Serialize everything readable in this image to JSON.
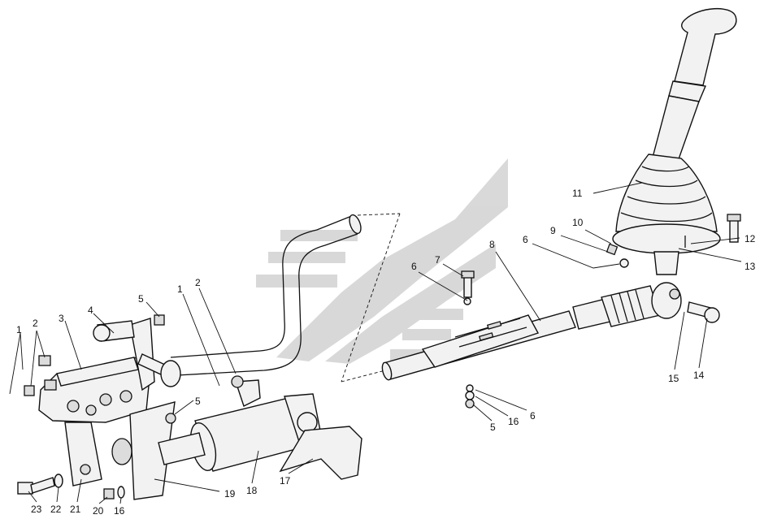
{
  "watermark": {
    "color": "#b9b9b9"
  },
  "callouts": [
    {
      "id": "c1a",
      "text": "1"
    },
    {
      "id": "c2a",
      "text": "2"
    },
    {
      "id": "c3",
      "text": "3"
    },
    {
      "id": "c4",
      "text": "4"
    },
    {
      "id": "c5a",
      "text": "5"
    },
    {
      "id": "c1b",
      "text": "1"
    },
    {
      "id": "c2b",
      "text": "2"
    },
    {
      "id": "c5b",
      "text": "5"
    },
    {
      "id": "c6a",
      "text": "6"
    },
    {
      "id": "c7",
      "text": "7"
    },
    {
      "id": "c8",
      "text": "8"
    },
    {
      "id": "c6b",
      "text": "6"
    },
    {
      "id": "c9",
      "text": "9"
    },
    {
      "id": "c10",
      "text": "10"
    },
    {
      "id": "c11",
      "text": "11"
    },
    {
      "id": "c12",
      "text": "12"
    },
    {
      "id": "c13",
      "text": "13"
    },
    {
      "id": "c14",
      "text": "14"
    },
    {
      "id": "c15",
      "text": "15"
    },
    {
      "id": "c6c",
      "text": "6"
    },
    {
      "id": "c16a",
      "text": "16"
    },
    {
      "id": "c5c",
      "text": "5"
    },
    {
      "id": "c17",
      "text": "17"
    },
    {
      "id": "c18",
      "text": "18"
    },
    {
      "id": "c19",
      "text": "19"
    },
    {
      "id": "c23",
      "text": "23"
    },
    {
      "id": "c22",
      "text": "22"
    },
    {
      "id": "c21",
      "text": "21"
    },
    {
      "id": "c20",
      "text": "20"
    },
    {
      "id": "c16b",
      "text": "16"
    }
  ]
}
